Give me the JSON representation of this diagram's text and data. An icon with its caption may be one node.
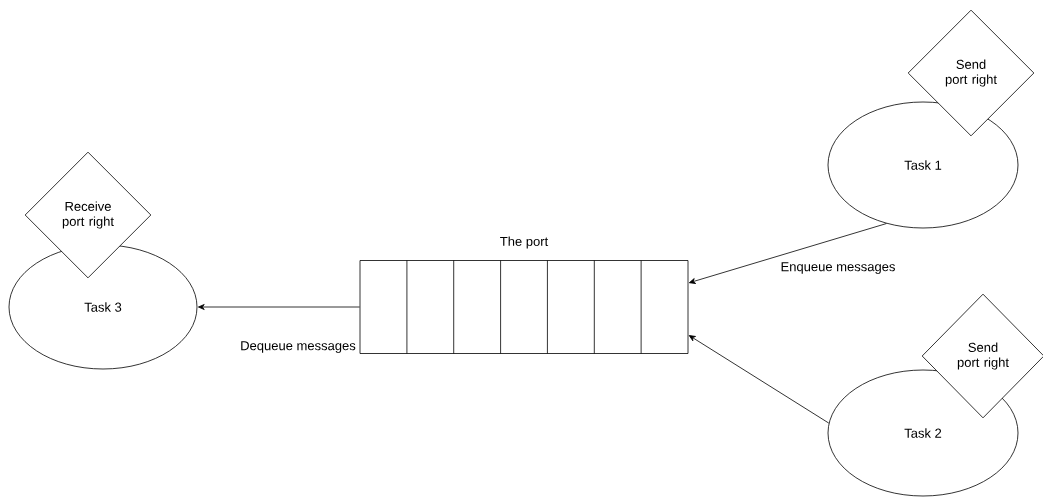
{
  "diagram": {
    "nodes": [
      {
        "text": [
          "Task 3"
        ]
      },
      {
        "text": [
          "Receive port right"
        ]
      },
      {
        "text": [
          "The port"
        ]
      },
      {
        "text": [
          "Task 1"
        ]
      },
      {
        "text": [
          "Send port right"
        ]
      },
      {
        "text": [
          "Task 2"
        ]
      },
      {
        "text": [
          "Send port right"
        ]
      }
    ],
    "edges": [
      {
        "from": 2,
        "to": 0,
        "arrow": "to",
        "label": "Dequeue messages"
      },
      {
        "from": 3,
        "to": 2,
        "arrow": "to",
        "label": "Enqueue messages"
      },
      {
        "from": 5,
        "to": 2,
        "arrow": "to"
      }
    ]
  }
}
